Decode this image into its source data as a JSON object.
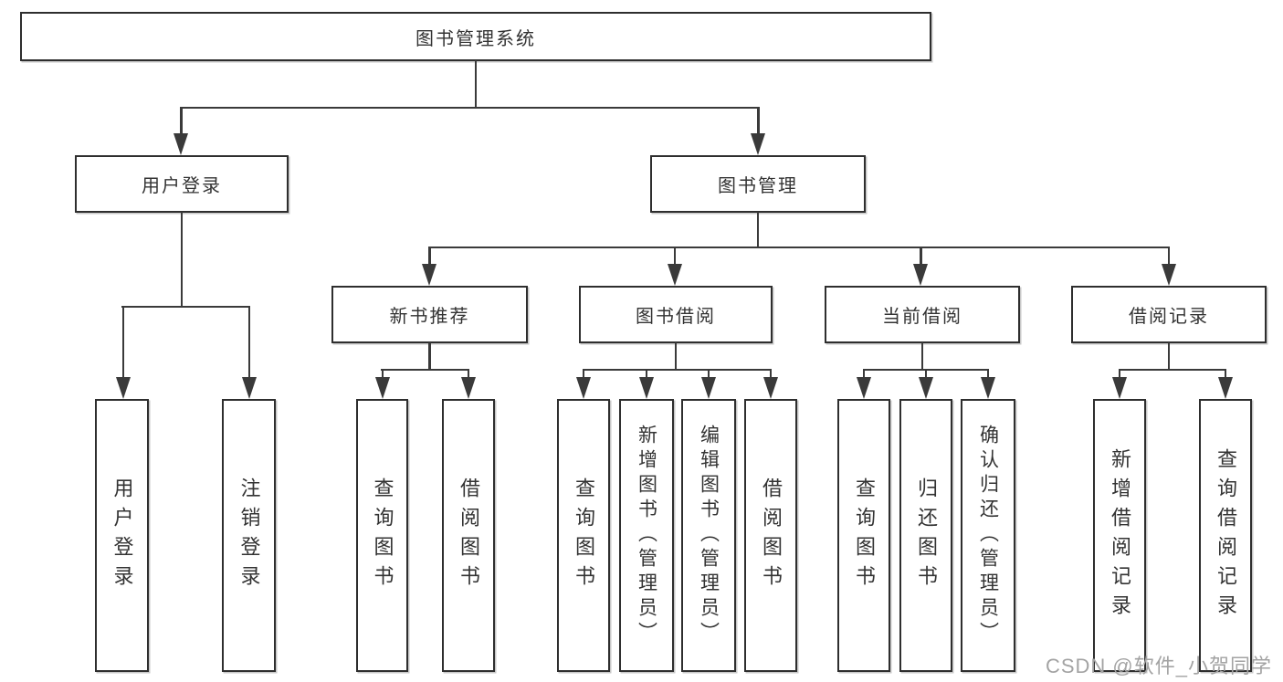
{
  "page": {
    "watermark": "CSDN @软件_小贺同学"
  },
  "tree": {
    "root": "图书管理系统",
    "branches": [
      {
        "label": "用户登录",
        "children": [
          "用户登录",
          "注销登录"
        ]
      },
      {
        "label": "图书管理",
        "sections": [
          {
            "label": "新书推荐",
            "children": [
              "查询图书",
              "借阅图书"
            ]
          },
          {
            "label": "图书借阅",
            "children": [
              "查询图书",
              "新增图书（管理员）",
              "编辑图书（管理员）",
              "借阅图书"
            ]
          },
          {
            "label": "当前借阅",
            "children": [
              "查询图书",
              "归还图书",
              "确认归还（管理员）"
            ]
          },
          {
            "label": "借阅记录",
            "children": [
              "新增借阅记录",
              "查询借阅记录"
            ]
          }
        ]
      }
    ]
  },
  "colors": {
    "line": "#3a3a3a",
    "text": "#333333",
    "watermark": "#a3a3a3",
    "background": "#ffffff"
  }
}
